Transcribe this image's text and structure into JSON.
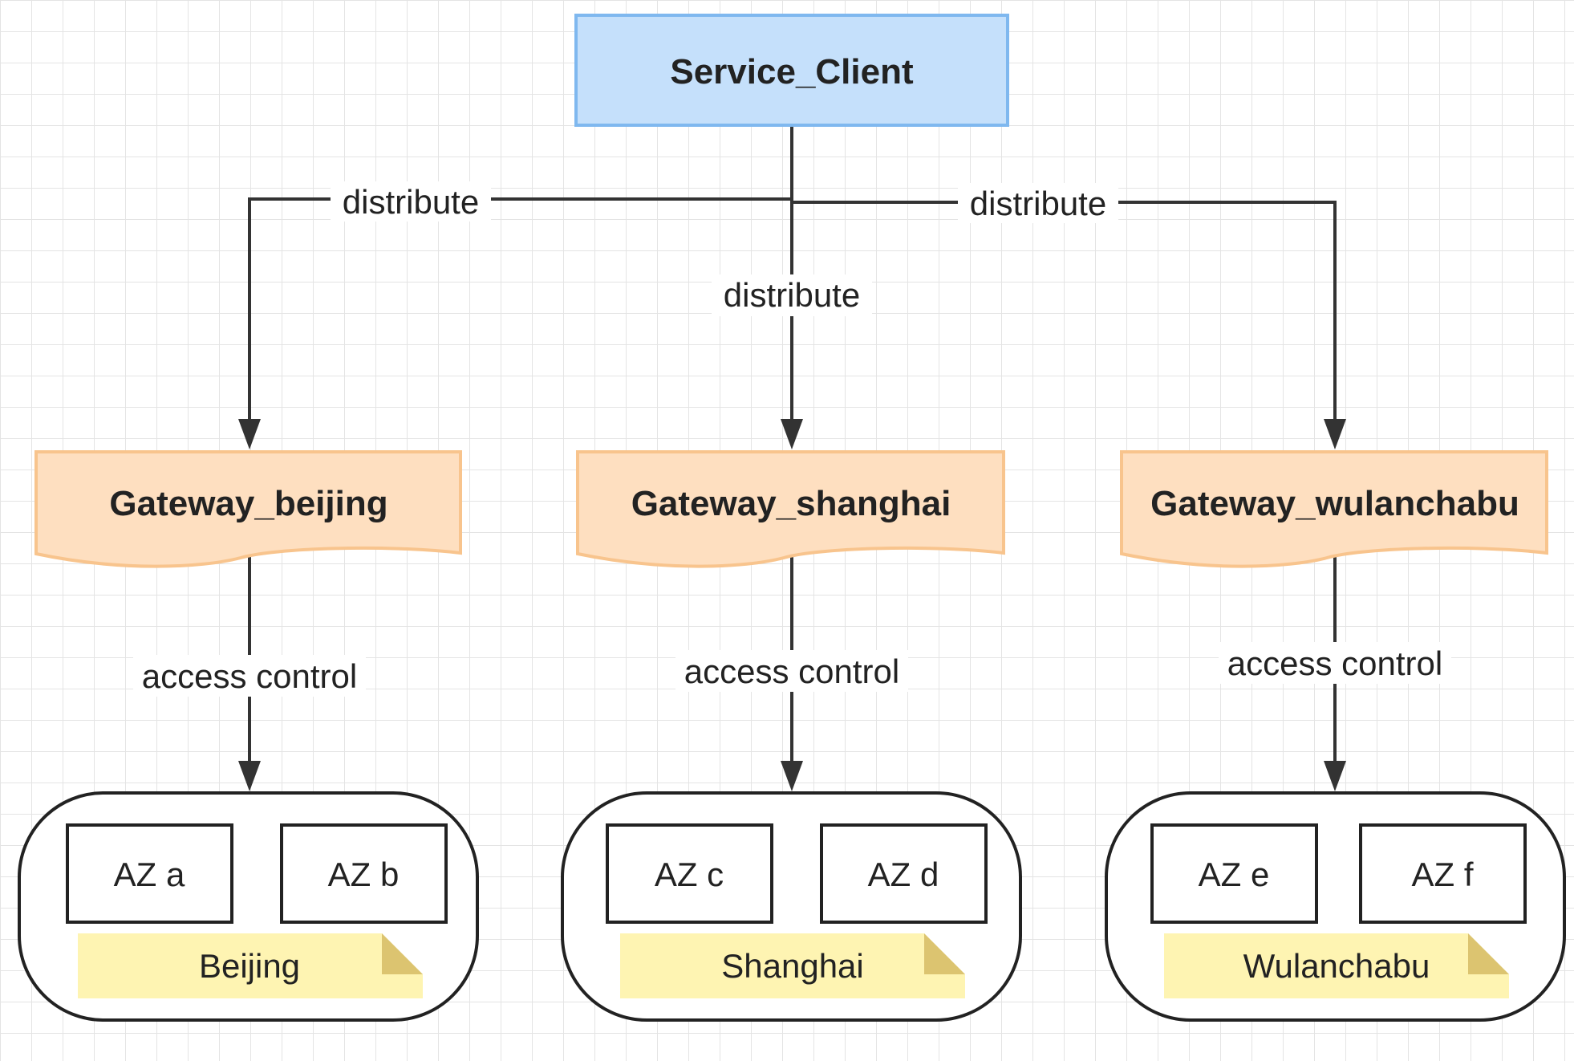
{
  "client": {
    "label": "Service_Client"
  },
  "edges": {
    "distribute_left": "distribute",
    "distribute_center": "distribute",
    "distribute_right": "distribute",
    "access_beijing": "access control",
    "access_shanghai": "access control",
    "access_wulanchabu": "access control"
  },
  "gateways": [
    {
      "label": "Gateway_beijing"
    },
    {
      "label": "Gateway_shanghai"
    },
    {
      "label": "Gateway_wulanchabu"
    }
  ],
  "regions": [
    {
      "name": "Beijing",
      "zones": [
        "AZ a",
        "AZ b"
      ]
    },
    {
      "name": "Shanghai",
      "zones": [
        "AZ c",
        "AZ d"
      ]
    },
    {
      "name": "Wulanchabu",
      "zones": [
        "AZ e",
        "AZ f"
      ]
    }
  ],
  "colors": {
    "client_fill": "#c5e0fb",
    "client_stroke": "#7fb8ef",
    "gateway_fill": "#fedfc0",
    "gateway_stroke": "#f8c48d",
    "note_fill": "#fef4b2",
    "note_fold": "#dcc470",
    "line": "#333333",
    "grid": "#e4e4e4"
  }
}
